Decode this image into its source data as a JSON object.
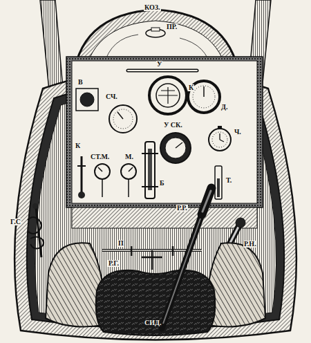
{
  "diagram": {
    "labels": [
      "КОЗ.",
      "ПР.",
      "У",
      "В",
      "СЧ.",
      "К",
      "Д.",
      "К",
      "СТ.М.",
      "М.",
      "Б",
      "У СК.",
      "Ч.",
      "Т.",
      "Р.Р.",
      "Г.С",
      "П",
      "Р.Г.",
      "Р.Н.",
      "СИД."
    ]
  }
}
